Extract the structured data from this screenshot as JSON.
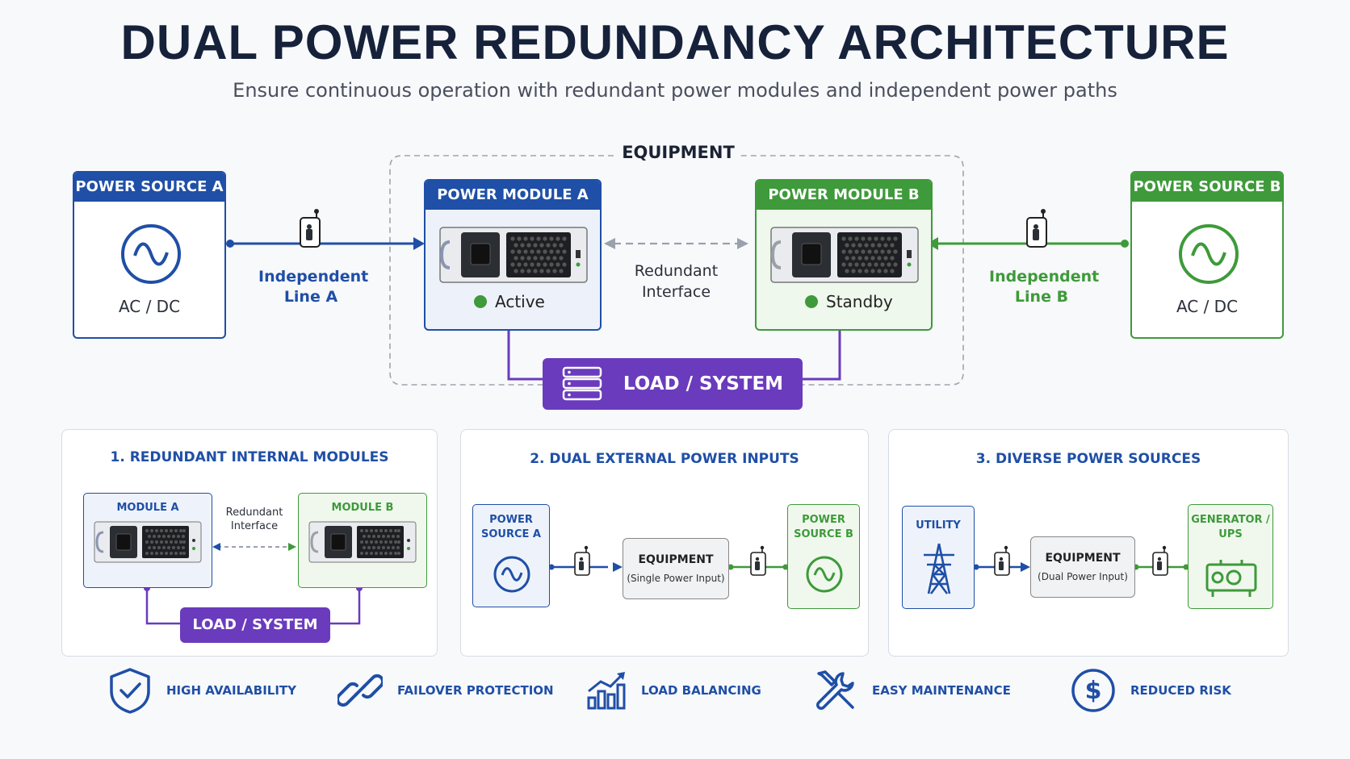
{
  "title": "DUAL POWER REDUNDANCY ARCHITECTURE",
  "subtitle": "Ensure continuous operation with redundant power modules and independent power paths",
  "equipment_label": "EQUIPMENT",
  "source_a": {
    "title": "POWER SOURCE A",
    "label": "AC / DC"
  },
  "source_b": {
    "title": "POWER SOURCE B",
    "label": "AC / DC"
  },
  "line_a": {
    "line1": "Independent",
    "line2": "Line A"
  },
  "line_b": {
    "line1": "Independent",
    "line2": "Line B"
  },
  "module_a": {
    "title": "POWER MODULE A",
    "status": "Active"
  },
  "module_b": {
    "title": "POWER MODULE B",
    "status": "Standby"
  },
  "interface": {
    "line1": "Redundant",
    "line2": "Interface"
  },
  "load": "LOAD / SYSTEM",
  "panel1": {
    "title": "1. REDUNDANT INTERNAL MODULES",
    "module_a": "MODULE A",
    "module_b": "MODULE B",
    "interface_line1": "Redundant",
    "interface_line2": "Interface",
    "load": "LOAD / SYSTEM"
  },
  "panel2": {
    "title": "2. DUAL EXTERNAL POWER INPUTS",
    "source_a_line1": "POWER",
    "source_a_line2": "SOURCE A",
    "source_b_line1": "POWER",
    "source_b_line2": "SOURCE B",
    "equipment": "EQUIPMENT",
    "equipment_note": "(Single Power Input)"
  },
  "panel3": {
    "title": "3. DIVERSE POWER SOURCES",
    "utility": "UTILITY",
    "generator_line1": "GENERATOR /",
    "generator_line2": "UPS",
    "equipment": "EQUIPMENT",
    "equipment_note": "(Dual Power Input)"
  },
  "benefits": [
    {
      "label": "HIGH AVAILABILITY",
      "icon": "shield-check-icon"
    },
    {
      "label": "FAILOVER PROTECTION",
      "icon": "chain-link-icon"
    },
    {
      "label": "LOAD BALANCING",
      "icon": "bar-chart-icon"
    },
    {
      "label": "EASY MAINTENANCE",
      "icon": "wrench-screwdriver-icon"
    },
    {
      "label": "REDUCED RISK",
      "icon": "dollar-icon"
    }
  ],
  "colors": {
    "blue": "#1f4fa6",
    "green": "#3e9a3a",
    "purple": "#6a3bbd",
    "status_green": "#3e9a3a"
  }
}
